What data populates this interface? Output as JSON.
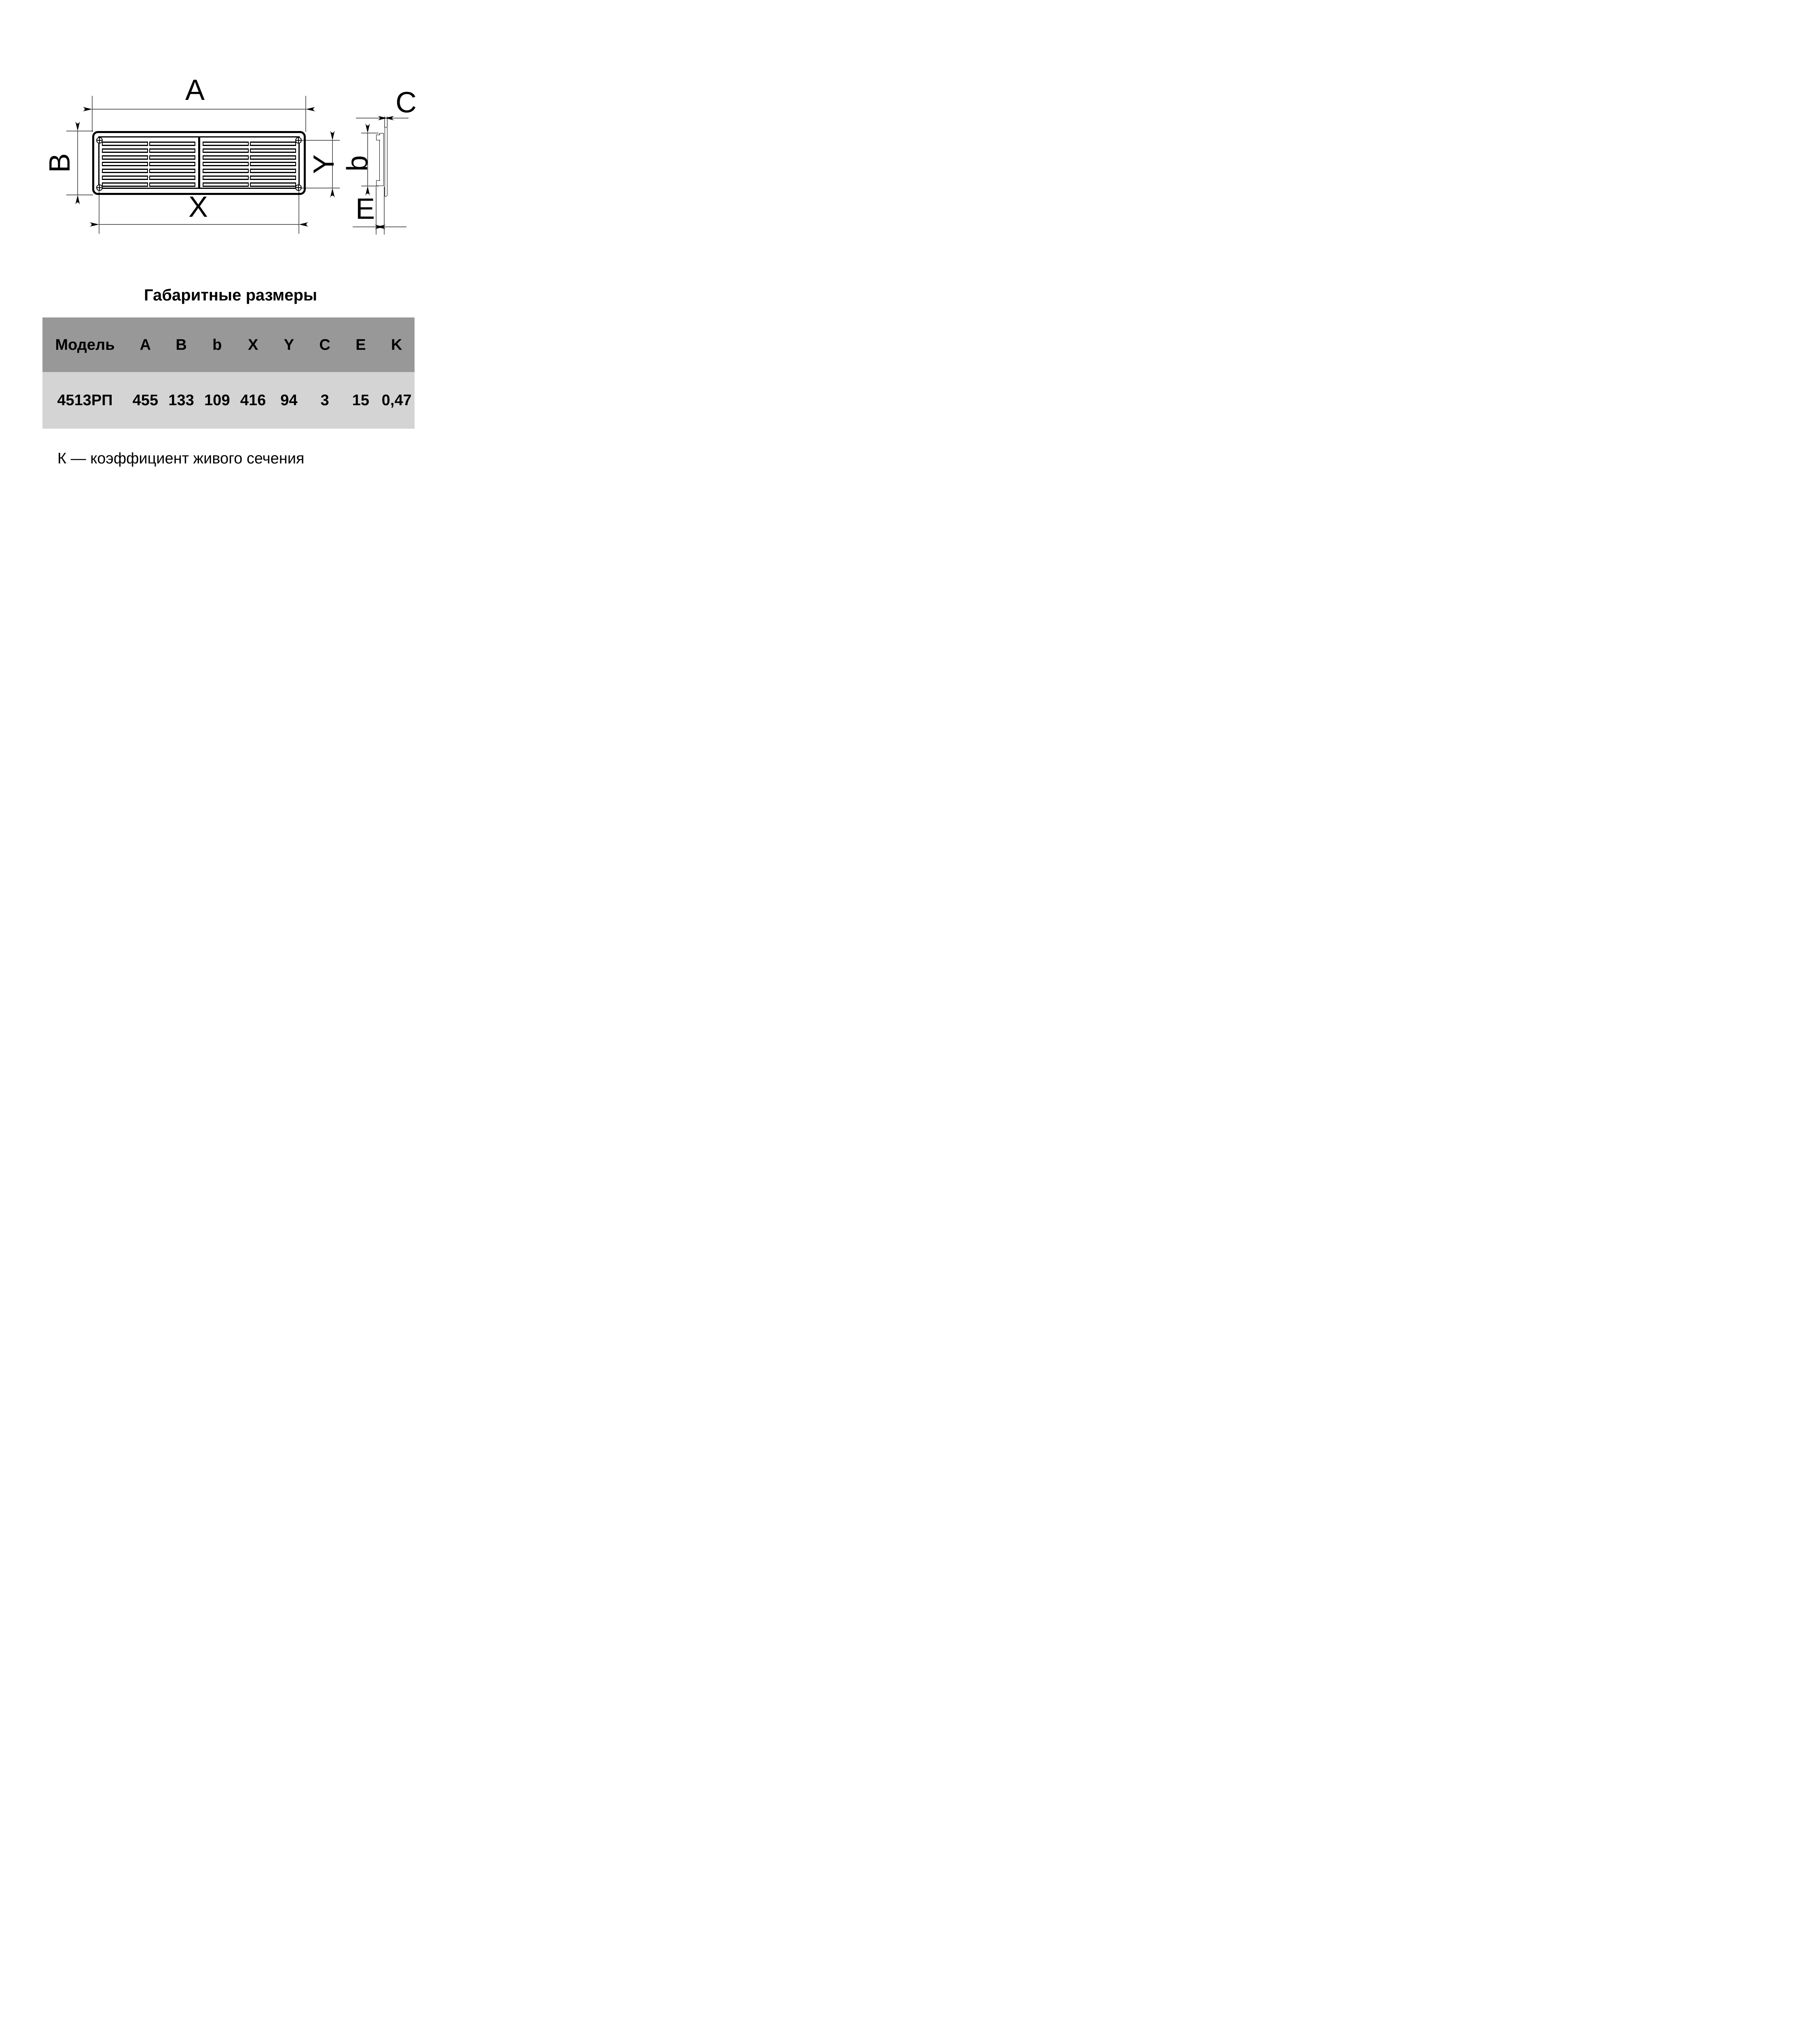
{
  "drawing": {
    "dimension_labels": {
      "A": "A",
      "B": "B",
      "X": "X",
      "Y": "Y",
      "b": "b",
      "C": "C",
      "E": "E"
    }
  },
  "section_title": "Габаритные размеры",
  "table": {
    "columns": [
      "Модель",
      "A",
      "B",
      "b",
      "X",
      "Y",
      "C",
      "E",
      "K"
    ],
    "rows": [
      [
        "4513РП",
        "455",
        "133",
        "109",
        "416",
        "94",
        "3",
        "15",
        "0,47"
      ]
    ]
  },
  "note": "К — коэффициент живого сечения",
  "colors": {
    "table_header_bg": "#989898",
    "table_row_bg": "#d4d4d4",
    "line_color": "#000000",
    "background": "#ffffff"
  }
}
